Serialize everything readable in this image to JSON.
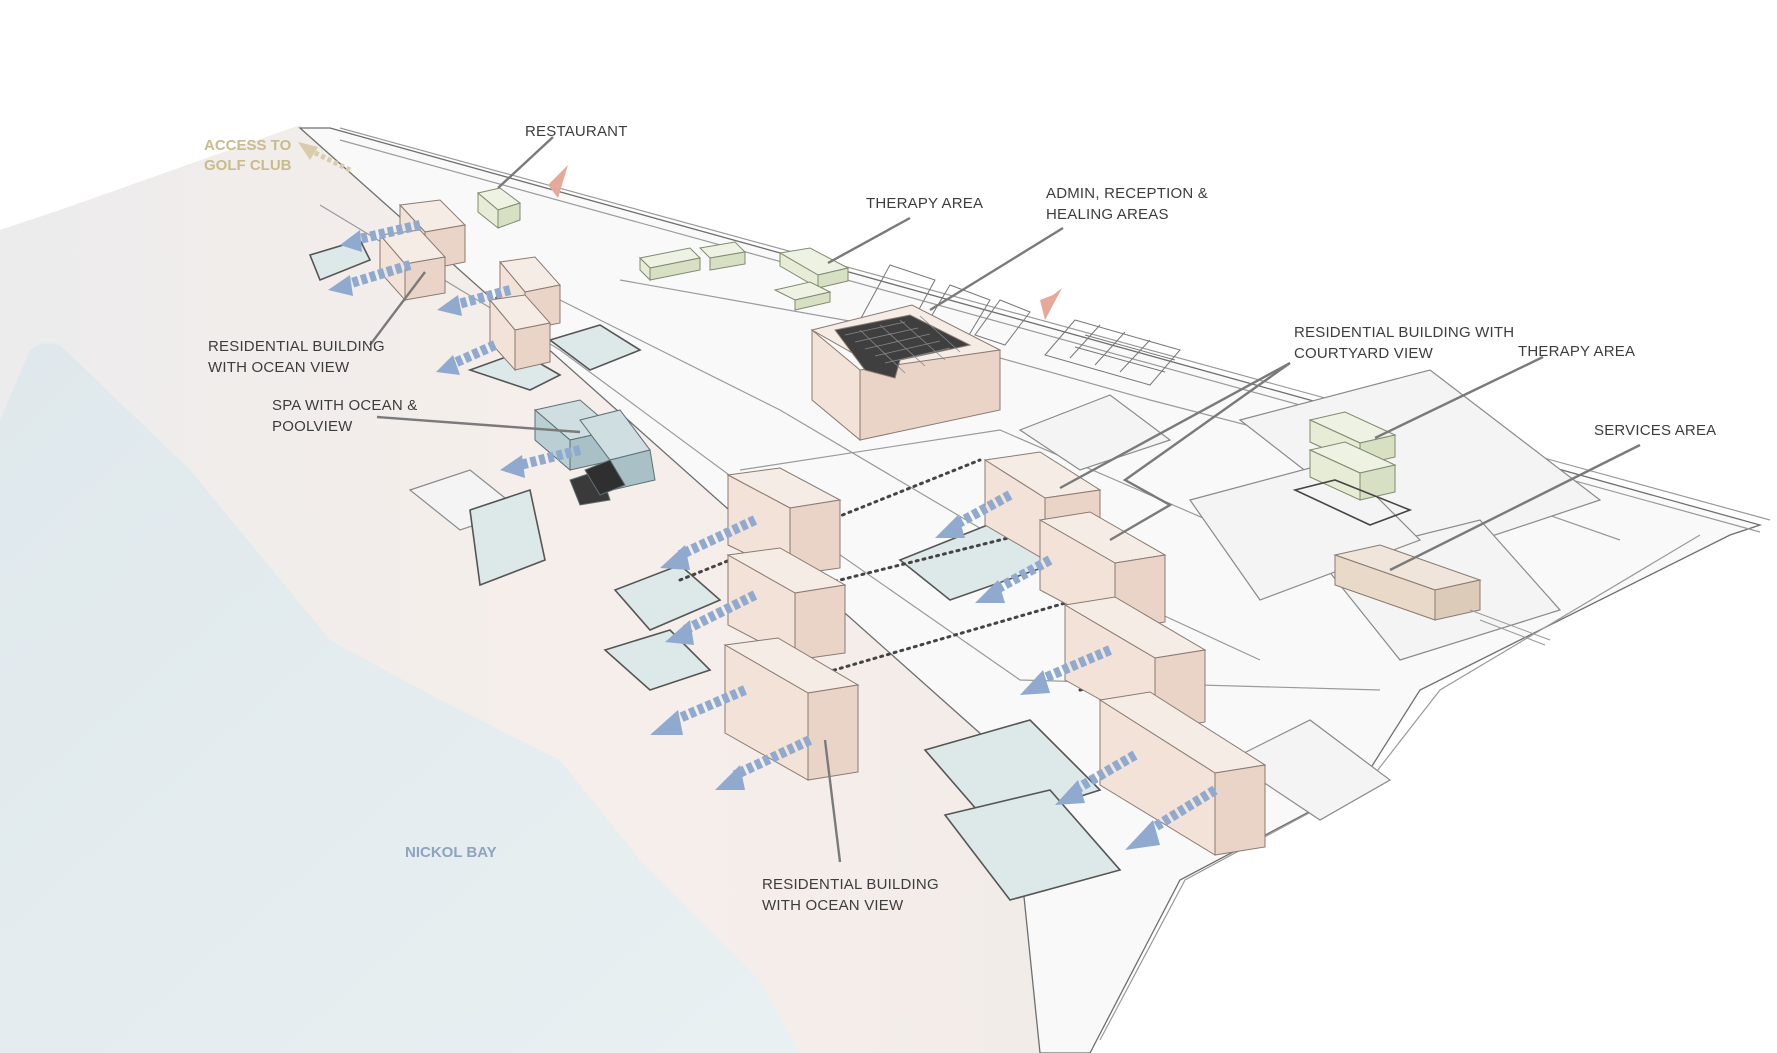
{
  "labels": {
    "access_golf_1": "ACCESS TO",
    "access_golf_2": "GOLF CLUB",
    "restaurant": "RESTAURANT",
    "therapy_area_1": "THERAPY AREA",
    "admin_1": "ADMIN, RECEPTION &",
    "admin_2": "HEALING AREAS",
    "res_courtyard_1": "RESIDENTIAL BUILDING WITH",
    "res_courtyard_2": "COURTYARD VIEW",
    "therapy_area_2": "THERAPY AREA",
    "services_area": "SERVICES AREA",
    "res_ocean_left_1": "RESIDENTIAL BUILDING",
    "res_ocean_left_2": "WITH OCEAN VIEW",
    "spa_1": "SPA WITH OCEAN &",
    "spa_2": "POOLVIEW",
    "res_ocean_bottom_1": "RESIDENTIAL BUILDING",
    "res_ocean_bottom_2": "WITH OCEAN VIEW",
    "nickol_bay": "NICKOL BAY"
  },
  "colors": {
    "residential": "#f3e2d8",
    "therapy": "#e6ecd6",
    "spa": "#b9cfd4",
    "services": "#e8d9c8",
    "view_arrow": "#8fa9cf",
    "access_arrow": "#e6a898",
    "water": "#e3ebee",
    "sand": "#f4eeea",
    "golf_text": "#c9bb8d",
    "bay_text": "#8ea3bd"
  }
}
